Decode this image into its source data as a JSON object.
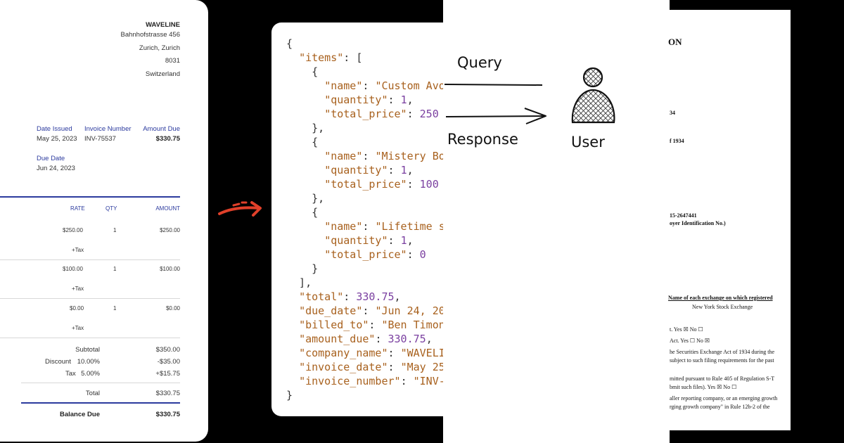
{
  "invoice": {
    "company": "WAVELINE",
    "address": [
      "Bahnhofstrasse 456",
      "Zurich, Zurich",
      "8031",
      "Switzerland"
    ],
    "date_issued_label": "Date Issued",
    "date_issued": "May 25, 2023",
    "invoice_number_label": "Invoice Number",
    "invoice_number": "INV-75537",
    "amount_due_label": "Amount Due",
    "amount_due": "$330.75",
    "due_date_label": "Due Date",
    "due_date": "Jun 24, 2023",
    "columns": [
      "RATE",
      "QTY",
      "AMOUNT"
    ],
    "rows": [
      {
        "rate": "$250.00",
        "qty": "1",
        "amount": "$250.00",
        "tax": "+Tax"
      },
      {
        "rate": "$100.00",
        "qty": "1",
        "amount": "$100.00",
        "tax": "+Tax"
      },
      {
        "rate": "$0.00",
        "qty": "1",
        "amount": "$0.00",
        "tax": "+Tax"
      }
    ],
    "subtotal_label": "Subtotal",
    "subtotal": "$350.00",
    "discount_label": "Discount",
    "discount_pct": "10.00%",
    "discount": "-$35.00",
    "tax_label": "Tax",
    "tax_pct": "5.00%",
    "tax": "+$15.75",
    "total_label": "Total",
    "total": "$330.75",
    "balance_label": "Balance Due",
    "balance": "$330.75"
  },
  "json_lines": [
    "{",
    "  \"items\": [",
    "    {",
    "      \"name\": \"Custom Avo",
    "      \"quantity\": 1,",
    "      \"total_price\": 250",
    "    },",
    "    {",
    "      \"name\": \"Mistery Bo",
    "      \"quantity\": 1,",
    "      \"total_price\": 100",
    "    },",
    "    {",
    "      \"name\": \"Lifetime s",
    "      \"quantity\": 1,",
    "      \"total_price\": 0",
    "    }",
    "  ],",
    "  \"total\": 330.75,",
    "  \"due_date\": \"Jun 24, 20",
    "  \"billed_to\": \"Ben Timon",
    "  \"amount_due\": 330.75,",
    "  \"company_name\": \"WAVELI",
    "  \"invoice_date\": \"May 25",
    "  \"invoice_number\": \"INV-",
    "}"
  ],
  "sketch": {
    "query": "Query",
    "response": "Response",
    "user": "User"
  },
  "sec_doc": {
    "title_fragment": "ON",
    "lines": [
      "34",
      "f 1934",
      "15-2647441",
      "oyer Identification No.)",
      "Name of each exchange on which registered",
      "New York Stock Exchange",
      "t. Yes ☒ No ☐",
      "Act. Yes ☐ No ☒",
      "he Securities Exchange Act of 1934 during the",
      "subject to such filing requirements for the past",
      "mitted pursuant to Rule 405 of Regulation S-T",
      "bmit such files). Yes ☒ No ☐",
      "aller reporting company, or an emerging growth",
      "rging growth company\" in Rule 12b-2 of the"
    ]
  }
}
